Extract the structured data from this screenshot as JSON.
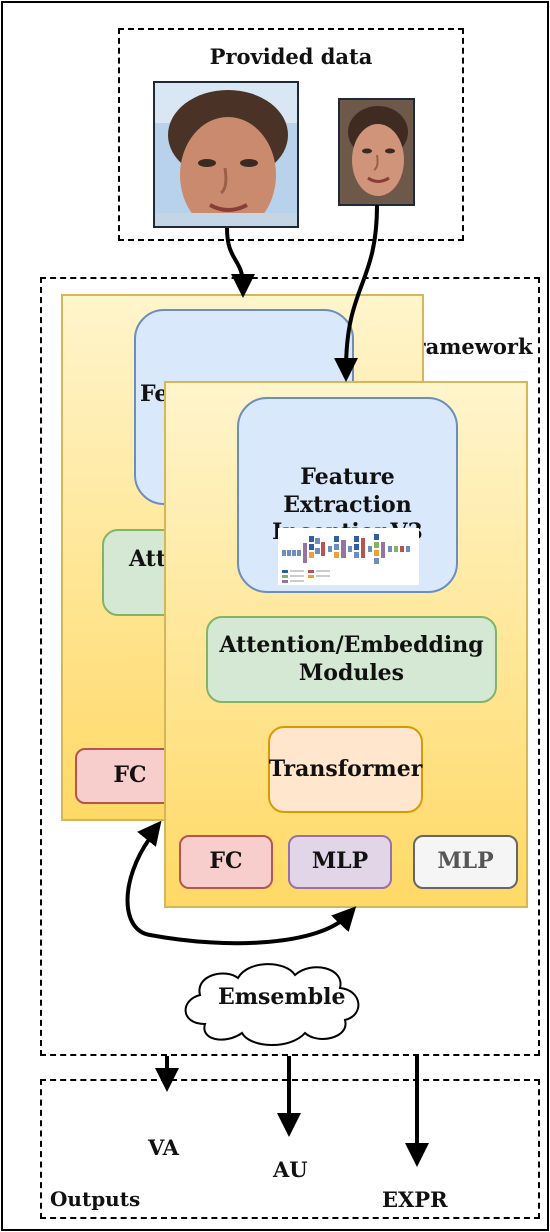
{
  "provided": {
    "title": "Provided data"
  },
  "framework": {
    "title": "Framework"
  },
  "back_panel": {
    "fe_partial": "Fe",
    "att_partial": "Att",
    "fc_label": "FC"
  },
  "front_panel": {
    "feature_extraction": "Feature Extraction\nInceptionV3",
    "attention": "Attention/Embedding\nModules",
    "transformer": "Transformer",
    "fc": "FC",
    "mlp1": "MLP",
    "mlp2": "MLP"
  },
  "ensemble": {
    "label": "Emsemble"
  },
  "outputs": {
    "title": "Outputs",
    "va": "VA",
    "au": "AU",
    "expr": "EXPR"
  },
  "colors": {
    "panel_border": "#d6b656",
    "feature_extraction": "#dae8fc",
    "attention": "#d5e8d4",
    "transformer": "#ffe6cc",
    "fc": "#f8cecc",
    "mlp1": "#e1d5e7",
    "mlp2": "#f5f5f5"
  }
}
